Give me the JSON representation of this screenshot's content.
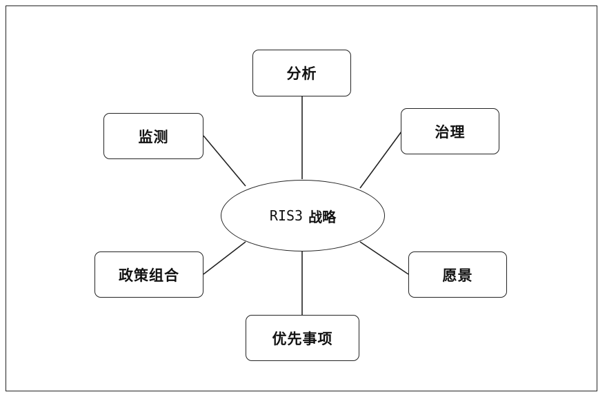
{
  "center": {
    "prefix": "RIS3",
    "label": "战略"
  },
  "nodes": {
    "analysis": "分析",
    "governance": "治理",
    "monitoring": "监测",
    "policy_mix": "政策组合",
    "vision": "愿景",
    "priorities": "优先事项"
  }
}
